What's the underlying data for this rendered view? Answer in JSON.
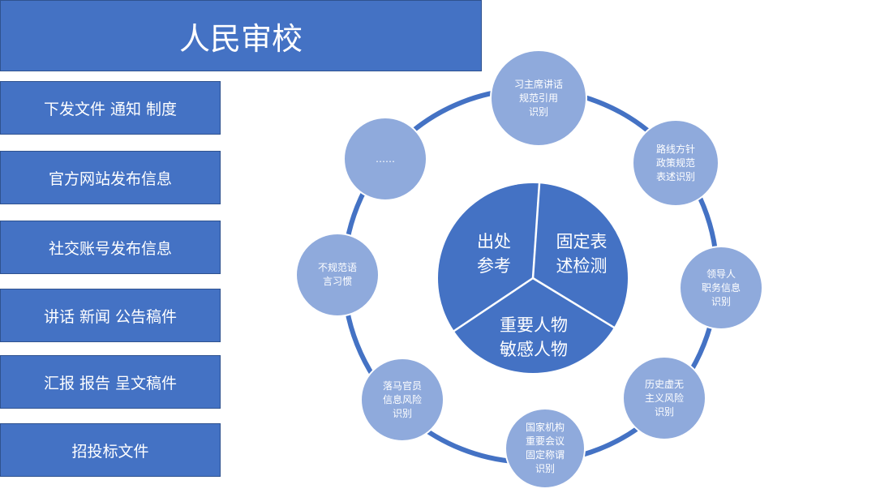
{
  "header": {
    "title": "人民审校"
  },
  "sources": [
    "下发文件 通知 制度",
    "官方网站发布信息",
    "社交账号发布信息",
    "讲话 新闻 公告稿件",
    "汇报 报告 呈文稿件",
    "招投标文件"
  ],
  "center": [
    "出处\n参考",
    "固定表\n述检测",
    "重要人物\n敏感人物"
  ],
  "nodes": [
    "习主席讲话\n规范引用\n识别",
    "路线方针\n政策规范\n表述识别",
    "领导人\n职务信息\n识别",
    "历史虚无\n主义风险\n识别",
    "国家机构\n重要会议\n固定称谓\n识别",
    "落马官员\n信息风险\n识别",
    "不规范语\n言习惯",
    "……"
  ],
  "colors": {
    "accent": "#4472c4",
    "node_fill": "#8faadc",
    "node_stroke": "#ffffff",
    "ring": "#4472c4",
    "text_light": "#ffffff"
  }
}
